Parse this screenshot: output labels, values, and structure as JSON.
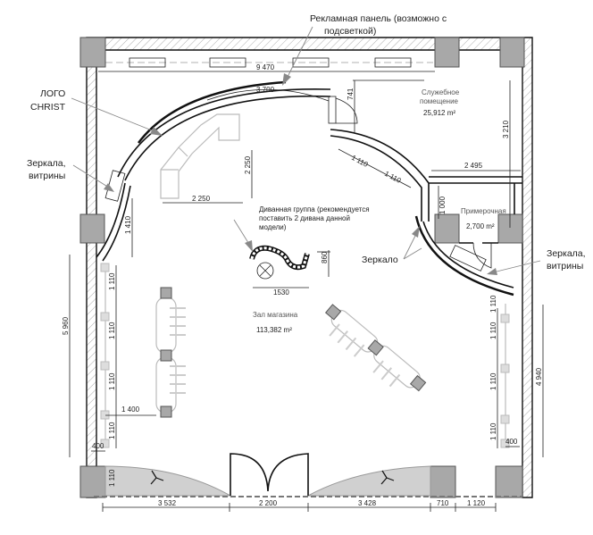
{
  "callouts": {
    "ad_panel_line1": "Рекламная панель (возможно с",
    "ad_panel_line2": "подсветкой)",
    "logo_line1": "ЛОГО",
    "logo_line2": "CHRIST",
    "mirrors_left_line1": "Зеркала,",
    "mirrors_left_line2": "витрины",
    "mirror": "Зеркало",
    "mirrors_right_line1": "Зеркала,",
    "mirrors_right_line2": "витрины",
    "sofa_line1": "Диванная группа (рекомендуется",
    "sofa_line2": "поставить 2 дивана данной",
    "sofa_line3": "модели)"
  },
  "rooms": {
    "service": {
      "name_line1": "Служебное",
      "name_line2": "помещение",
      "area": "25,912 m²"
    },
    "fitting": {
      "name": "Примерочная",
      "area": "2,700 m²"
    },
    "hall": {
      "name": "Зал магазина",
      "area": "113,382 m²"
    }
  },
  "dimensions": {
    "top_width": "9 470",
    "arc_length": "3 700",
    "door_depth": "741",
    "service_height": "3 210",
    "service_width": "2 495",
    "arc_seg1": "1 110",
    "arc_seg2": "1 110",
    "sofa_height": "2 250",
    "sofa_width": "2 250",
    "fitting_height": "1 000",
    "left_offset": "1 410",
    "sofa_group_height": "860",
    "sofa_group_width": "1530",
    "left_total": "5 960",
    "left_segments": [
      "1 110",
      "1 110",
      "1 110",
      "1 110",
      "1 110"
    ],
    "rack_offset": "1 400",
    "left_wall_gap": "400",
    "right_total": "4 940",
    "right_segments": [
      "1 110",
      "1 110",
      "1 110",
      "1 110"
    ],
    "right_wall_gap": "400",
    "bottom": [
      "3 532",
      "2 200",
      "3 428",
      "710",
      "1 120"
    ]
  }
}
